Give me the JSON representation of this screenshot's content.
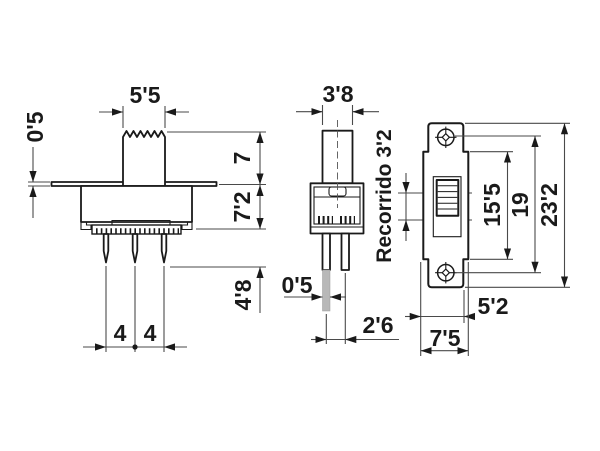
{
  "colors": {
    "line": "#1a1a1a",
    "background": "#ffffff",
    "pin_shade": "#b8b8b8"
  },
  "diagram": {
    "front_view": {
      "knob_width": "5'5",
      "flange_thickness": "0'5",
      "knob_height": "7",
      "body_height": "7'2",
      "pin_length": "4'8",
      "pin_pitch_left": "4",
      "pin_pitch_right": "4"
    },
    "side_view": {
      "knob_depth": "3'8",
      "travel": "Recorrido 3'2",
      "pin_thickness": "0'5",
      "pin_spacing": "2'6"
    },
    "plan_view": {
      "slot_length": "15'5",
      "hole_pitch": "19",
      "overall_length": "23'2",
      "tab_width": "5'2",
      "body_width": "7'5"
    }
  }
}
